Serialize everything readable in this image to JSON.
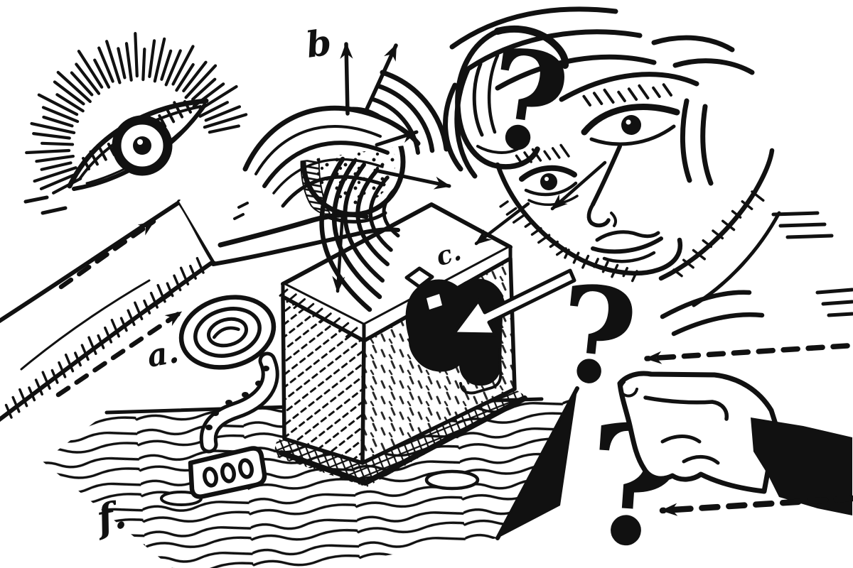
{
  "artwork": {
    "style": "black ink line illustration on white paper",
    "colors": {
      "ink": "#111111",
      "paper": "#ffffff"
    },
    "labels": {
      "a": "a.",
      "b": "b",
      "c": "c.",
      "f": "f."
    },
    "question_marks": {
      "ear": "?",
      "upper_right": "?",
      "lower_right": "?"
    },
    "elements": [
      "observing-eye",
      "arm-and-hand-holding-ball",
      "ball",
      "motion-arrows",
      "black-box-with-keyhole",
      "impact-ripples",
      "tape-measure",
      "wood-table",
      "listening-face-with-ear-question-mark",
      "question-marks",
      "pointing-hand",
      "dashed-query-arrows"
    ]
  }
}
